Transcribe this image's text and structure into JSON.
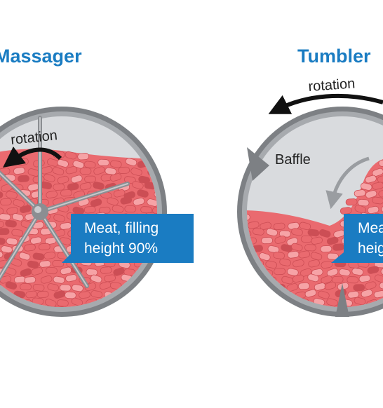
{
  "colors": {
    "title": "#1a7cc2",
    "callout": "#1a7cc2",
    "meat": "#ea6a6f",
    "meat_light": "#f6a3a6",
    "meat_dark": "#cc4e55",
    "drum_inner": "#d9dbde",
    "drum_rim": "#7d8084",
    "arrow": "#111111",
    "flow_arrow": "#9a9da1"
  },
  "massager": {
    "title": "Massager",
    "rotation_label": "rotation",
    "callout_line1": "Meat, filling",
    "callout_line2": "height 90%",
    "fill_level_percent": 90,
    "icons": [
      "rotation-arrow-icon",
      "paddle-hub-icon"
    ]
  },
  "tumbler": {
    "title": "Tumbler",
    "rotation_label": "rotation",
    "baffle_label": "Baffle",
    "callout_line1": "Meat,",
    "callout_line2": "heig",
    "icons": [
      "rotation-arrow-icon",
      "flow-arrow-icon"
    ]
  }
}
